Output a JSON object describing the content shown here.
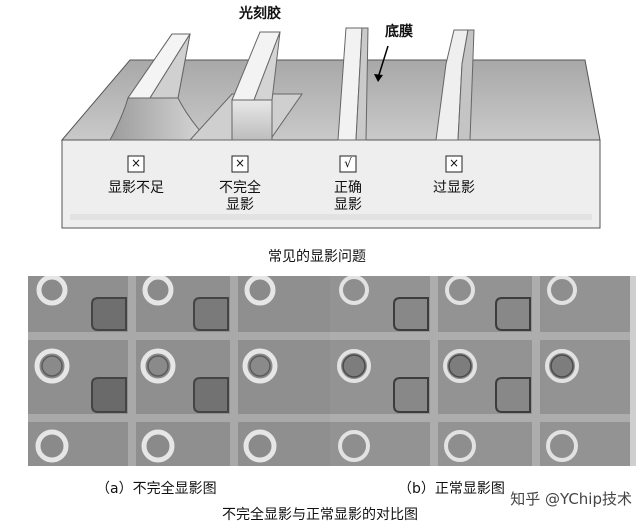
{
  "top_labels": {
    "photoresist": "光刻胶",
    "substrate_film": "底膜",
    "caption": "常见的显影问题"
  },
  "states": [
    {
      "mark": "×",
      "label": "显影不足"
    },
    {
      "mark": "×",
      "label": "不完全\n显影"
    },
    {
      "mark": "√",
      "label": "正确\n显影"
    },
    {
      "mark": "×",
      "label": "过显影"
    }
  ],
  "photos": [
    {
      "caption": "（a）不完全显影图"
    },
    {
      "caption": "（b）正常显影图"
    }
  ],
  "bottom_caption": "不完全显影与正常显影的对比图",
  "watermark": "知乎 @YChip技术"
}
